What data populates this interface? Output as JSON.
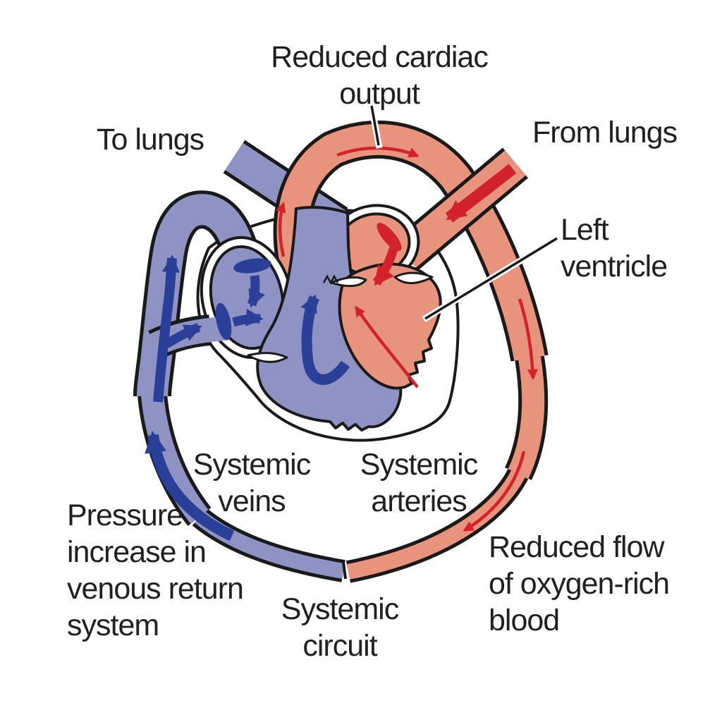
{
  "diagram": {
    "labels": {
      "reduced_cardiac_output": {
        "lines": [
          "Reduced cardiac",
          "output"
        ]
      },
      "to_lungs": {
        "lines": [
          "To lungs"
        ]
      },
      "from_lungs": {
        "lines": [
          "From lungs"
        ]
      },
      "left_ventricle": {
        "lines": [
          "Left",
          "ventricle"
        ]
      },
      "systemic_veins": {
        "lines": [
          "Systemic",
          "veins"
        ]
      },
      "systemic_arteries": {
        "lines": [
          "Systemic",
          "arteries"
        ]
      },
      "pressure_increase": {
        "lines": [
          "Pressure",
          "increase in",
          "venous return",
          "system"
        ]
      },
      "systemic_circuit": {
        "lines": [
          "Systemic",
          "circuit"
        ]
      },
      "reduced_flow": {
        "lines": [
          "Reduced flow",
          "of oxygen-rich",
          "blood"
        ]
      }
    },
    "colors": {
      "artery_fill": "#E8937B",
      "artery_arrow": "#D2232A",
      "vein_fill": "#8E93C3",
      "vein_arrow": "#2A3F97",
      "outline": "#1A1A1A",
      "text": "#231F20",
      "background": "#FFFFFF"
    }
  }
}
